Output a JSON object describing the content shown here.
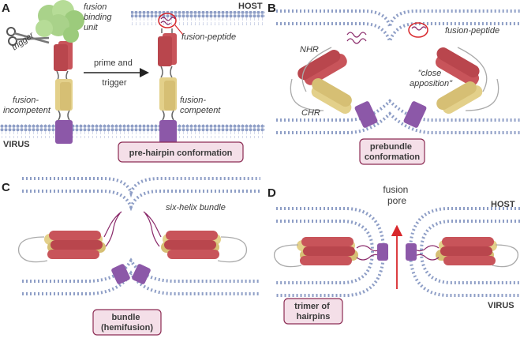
{
  "panels": {
    "a": {
      "letter": "A",
      "fusion_binding_unit": [
        "fusion",
        "binding",
        "unit"
      ],
      "trigger": "trigger",
      "host": "HOST",
      "fusion_peptide": "fusion-peptide",
      "prime_and_trigger": [
        "prime and",
        "trigger"
      ],
      "fusion_incompetent": [
        "fusion-",
        "incompetent"
      ],
      "fusion_competent": [
        "fusion-",
        "competent"
      ],
      "virus": "VIRUS",
      "box": [
        "pre-hairpin conformation"
      ]
    },
    "b": {
      "letter": "B",
      "nhr": "NHR",
      "chr": "CHR",
      "fusion_peptide": "fusion-peptide",
      "close_apposition": [
        "\"close",
        "apposition\""
      ],
      "box": [
        "prebundle",
        "conformation"
      ]
    },
    "c": {
      "letter": "C",
      "six_helix_bundle": "six-helix bundle",
      "box": [
        "bundle",
        "(hemifusion)"
      ]
    },
    "d": {
      "letter": "D",
      "fusion_pore": [
        "fusion",
        "pore"
      ],
      "host": "HOST",
      "virus": "VIRUS",
      "box": [
        "trimer of",
        "hairpins"
      ]
    }
  },
  "colors": {
    "nhr_red": "#c8545a",
    "chr_yellow": "#e3d08a",
    "tm_purple": "#8c58a8",
    "membrane_dot": "#8e9ec6",
    "box_border": "#8c2c54",
    "box_fill": "#f4dfe8",
    "arrow_red": "#d8282c",
    "binding_unit_green": "#a9d28a"
  }
}
